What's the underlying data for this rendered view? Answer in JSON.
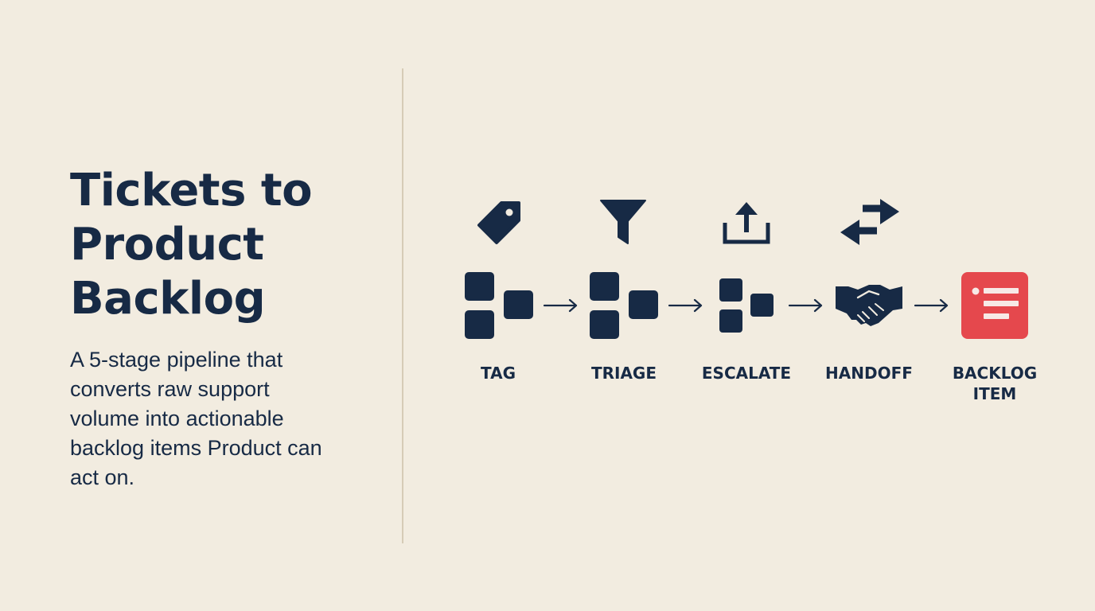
{
  "title_lines": [
    "Tickets to",
    "Product",
    "Backlog"
  ],
  "subtitle_lines": [
    "A 5-stage pipeline that",
    "converts raw support",
    "volume into actionable",
    "backlog items Product can",
    "act on."
  ],
  "stages": [
    {
      "label_lines": [
        "TAG"
      ],
      "icon": "tag-icon"
    },
    {
      "label_lines": [
        "TRIAGE"
      ],
      "icon": "funnel-icon"
    },
    {
      "label_lines": [
        "ESCALATE"
      ],
      "icon": "upload-icon"
    },
    {
      "label_lines": [
        "HANDOFF"
      ],
      "icon": "swap-arrows-icon"
    },
    {
      "label_lines": [
        "BACKLOG",
        "ITEM"
      ],
      "icon": "backlog-card-icon"
    }
  ],
  "colors": {
    "background": "#F2ECE0",
    "navy": "#172A45",
    "accent_red": "#E5484D",
    "divider": "#D6CCB6"
  }
}
